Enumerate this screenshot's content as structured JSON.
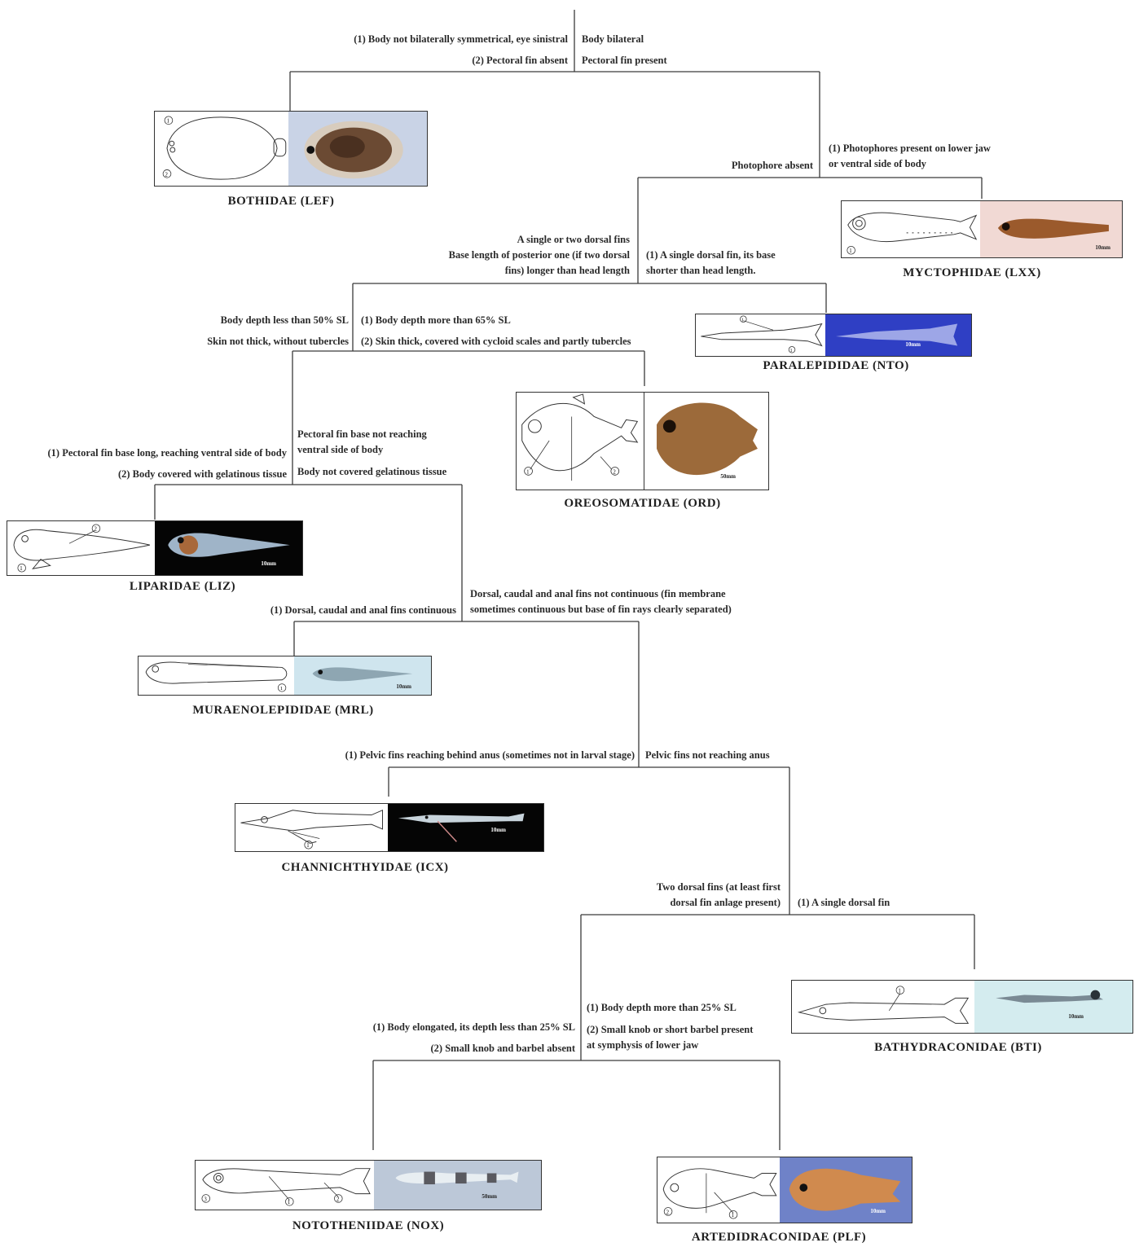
{
  "nodes": {
    "n1": {
      "left": [
        "(1) Body not bilaterally symmetrical, eye sinistral",
        "(2) Pectoral fin absent"
      ],
      "right": [
        "Body bilateral",
        "Pectoral fin present"
      ]
    },
    "n2": {
      "left": [
        "Photophore absent"
      ],
      "right": [
        "(1) Photophores present on lower jaw",
        "or ventral side of body"
      ]
    },
    "n3": {
      "left": [
        "A single or two dorsal fins",
        "Base length of posterior one (if two dorsal",
        "fins) longer than head length"
      ],
      "right": [
        "(1) A single dorsal fin, its base",
        "shorter than head length."
      ]
    },
    "n4": {
      "left": [
        "Body depth less than 50% SL",
        "Skin not thick, without tubercles"
      ],
      "right": [
        "(1) Body depth more than 65% SL",
        "(2) Skin thick, covered with cycloid scales and partly tubercles"
      ]
    },
    "n5": {
      "left": [
        "(1) Pectoral fin base long, reaching ventral side of body",
        "(2) Body covered with gelatinous tissue"
      ],
      "right": [
        "Pectoral fin base not reaching",
        "ventral side of body",
        "Body not covered gelatinous tissue"
      ]
    },
    "n6": {
      "left": [
        "(1) Dorsal, caudal and anal fins continuous"
      ],
      "right": [
        "Dorsal, caudal and anal fins not continuous (fin membrane",
        "sometimes continuous but base of fin rays clearly separated)"
      ]
    },
    "n7": {
      "left": [
        "(1) Pelvic fins reaching behind anus (sometimes not in larval stage)"
      ],
      "right": [
        "Pelvic fins not reaching anus"
      ]
    },
    "n8": {
      "left": [
        "Two dorsal fins (at least first",
        "dorsal fin anlage present)"
      ],
      "right": [
        "(1) A single dorsal fin"
      ]
    },
    "n9": {
      "left": [
        "(1) Body elongated, its depth less than 25% SL",
        "(2) Small knob and barbel absent"
      ],
      "right": [
        "(1) Body depth more than 25% SL",
        "(2) Small knob or short barbel present",
        "at symphysis of lower jaw"
      ]
    }
  },
  "families": {
    "bothidae": {
      "name": "BOTHIDAE (LEF)",
      "markers": [
        "1",
        "2"
      ]
    },
    "myctophidae": {
      "name": "MYCTOPHIDAE (LXX)",
      "markers": [
        "1"
      ],
      "scale": "10mm"
    },
    "paralepididae": {
      "name": "PARALEPIDIDAE (NTO)",
      "markers": [
        "1",
        "1"
      ],
      "scale": "10mm"
    },
    "oreosomatidae": {
      "name": "OREOSOMATIDAE (ORD)",
      "markers": [
        "1",
        "2"
      ],
      "scale": "50mm"
    },
    "liparidae": {
      "name": "LIPARIDAE (LIZ)",
      "markers": [
        "1",
        "2"
      ],
      "scale": "10mm"
    },
    "muraenolepididae": {
      "name": "MURAENOLEPIDIDAE (MRL)",
      "markers": [
        "1"
      ],
      "scale": "10mm"
    },
    "channichthyidae": {
      "name": "CHANNICHTHYIDAE (ICX)",
      "markers": [
        "1"
      ],
      "scale": "10mm"
    },
    "bathydraconidae": {
      "name": "BATHYDRACONIDAE (BTI)",
      "markers": [
        "1"
      ],
      "scale": "10mm"
    },
    "nototheniidae": {
      "name": "NOTOTHENIIDAE (NOX)",
      "markers": [
        "3",
        "1",
        "2"
      ],
      "scale": "50mm"
    },
    "artedidraconidae": {
      "name": "ARTEDIDRACONIDAE (PLF)",
      "markers": [
        "2",
        "1"
      ],
      "scale": "10mm"
    }
  },
  "colors": {
    "line": "#3a3a3a",
    "photo_bothidae": "#c9d3e6",
    "photo_myctophidae": "#f1d9d4",
    "photo_paralepididae": "#2f3fc4",
    "photo_oreosomatidae": "#ffffff",
    "photo_liparidae": "#050505",
    "photo_muraenolepididae": "#cfe5ee",
    "photo_channichthyidae": "#050505",
    "photo_bathydraconidae": "#d4ecef",
    "photo_nototheniidae": "#bcc8d8",
    "photo_artedidraconidae": "#6f82c8"
  }
}
